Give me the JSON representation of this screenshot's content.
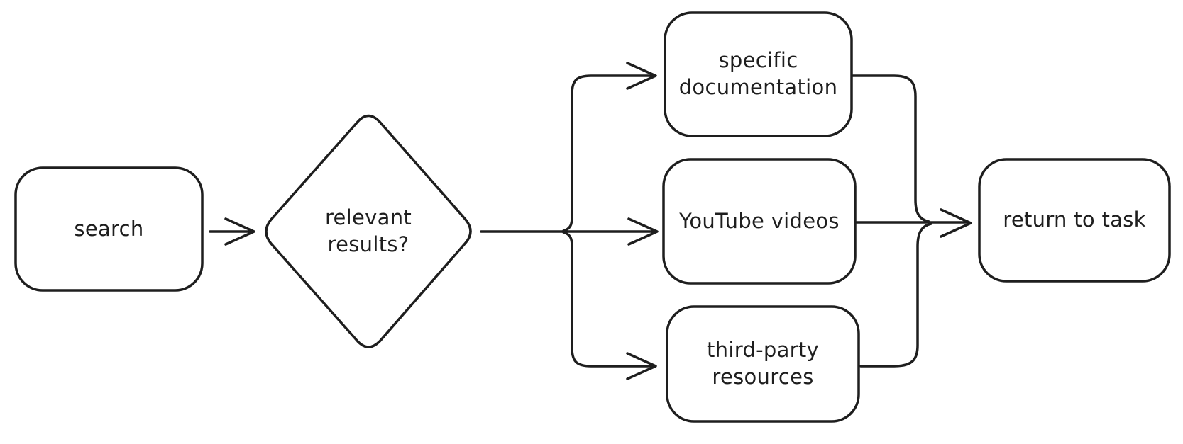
{
  "diagram": {
    "type": "flowchart",
    "style": "hand-drawn",
    "colors": {
      "background": "#ffffff",
      "stroke": "#1e1e1e",
      "shape_fill": "#ffffff",
      "text": "#1e1e1e"
    },
    "nodes": [
      {
        "id": "search",
        "type": "rounded-rectangle",
        "label": "search"
      },
      {
        "id": "relevant-results",
        "type": "diamond",
        "label": "relevant results?"
      },
      {
        "id": "specific-documentation",
        "type": "rounded-rectangle",
        "label": "specific documentation"
      },
      {
        "id": "youtube-videos",
        "type": "rounded-rectangle",
        "label": "YouTube videos"
      },
      {
        "id": "third-party-resources",
        "type": "rounded-rectangle",
        "label": "third-party resources"
      },
      {
        "id": "return-to-task",
        "type": "rounded-rectangle",
        "label": "return to task"
      }
    ],
    "edges": [
      {
        "from": "search",
        "to": "relevant-results",
        "arrowhead": "open"
      },
      {
        "from": "relevant-results",
        "to": "specific-documentation",
        "arrowhead": "open"
      },
      {
        "from": "relevant-results",
        "to": "youtube-videos",
        "arrowhead": "open"
      },
      {
        "from": "relevant-results",
        "to": "third-party-resources",
        "arrowhead": "open"
      },
      {
        "from": "specific-documentation",
        "to": "return-to-task",
        "arrowhead": "none-merges"
      },
      {
        "from": "youtube-videos",
        "to": "return-to-task",
        "arrowhead": "open"
      },
      {
        "from": "third-party-resources",
        "to": "return-to-task",
        "arrowhead": "none-merges"
      }
    ]
  }
}
